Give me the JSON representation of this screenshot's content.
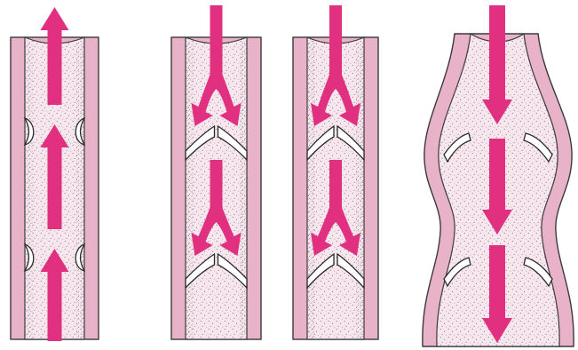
{
  "colors": {
    "background": "#ffffff",
    "vein_wall": "#e8b3c9",
    "wall_outline": "#3a3a3a",
    "lumen": "#f7e6ee",
    "stipple": "#6f6f6f",
    "arrow": "#e0307f",
    "valve_fill": "#ffffff",
    "valve_outline": "#2a2a2a"
  },
  "panels": [
    {
      "id": "vein-1",
      "state": "valves-open",
      "flow_direction": "up",
      "arrow_icons": [
        "arrow-up-icon",
        "arrow-up-icon",
        "arrow-up-icon"
      ],
      "valve_icon": "open-valve-icon"
    },
    {
      "id": "vein-2",
      "state": "valves-closed",
      "flow_direction": "down-split",
      "arrow_icons": [
        "split-arrow-icon",
        "split-arrow-icon"
      ],
      "valve_icon": "closed-valve-icon"
    },
    {
      "id": "vein-3",
      "state": "valves-closed",
      "flow_direction": "down-split",
      "arrow_icons": [
        "split-arrow-icon",
        "split-arrow-icon"
      ],
      "valve_icon": "closed-valve-icon"
    },
    {
      "id": "vein-4",
      "state": "dilated-incompetent-valves",
      "flow_direction": "down",
      "arrow_icons": [
        "arrow-down-icon",
        "arrow-down-icon",
        "arrow-down-icon"
      ],
      "valve_icon": "incompetent-valve-icon"
    }
  ]
}
